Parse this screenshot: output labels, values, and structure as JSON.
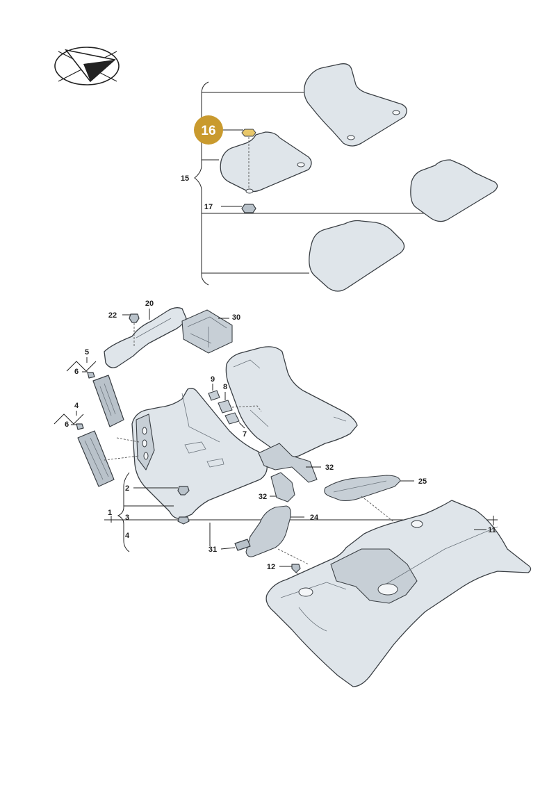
{
  "highlight": {
    "label": "16",
    "fill": "#c99a2e",
    "text_color": "#ffffff"
  },
  "logo": {
    "icon": "paper-plane-logo-icon"
  },
  "callouts": [
    {
      "id": "c1",
      "text": "1"
    },
    {
      "id": "c2",
      "text": "2"
    },
    {
      "id": "c3",
      "text": "3"
    },
    {
      "id": "c4a",
      "text": "4"
    },
    {
      "id": "c4b",
      "text": "4"
    },
    {
      "id": "c5",
      "text": "5"
    },
    {
      "id": "c6a",
      "text": "6"
    },
    {
      "id": "c6b",
      "text": "6"
    },
    {
      "id": "c7",
      "text": "7"
    },
    {
      "id": "c8",
      "text": "8"
    },
    {
      "id": "c9",
      "text": "9"
    },
    {
      "id": "c11",
      "text": "11"
    },
    {
      "id": "c12",
      "text": "12"
    },
    {
      "id": "c15",
      "text": "15"
    },
    {
      "id": "c17",
      "text": "17"
    },
    {
      "id": "c20",
      "text": "20"
    },
    {
      "id": "c22",
      "text": "22"
    },
    {
      "id": "c24",
      "text": "24"
    },
    {
      "id": "c25",
      "text": "25"
    },
    {
      "id": "c30",
      "text": "30"
    },
    {
      "id": "c31",
      "text": "31"
    },
    {
      "id": "c32a",
      "text": "32"
    },
    {
      "id": "c32b",
      "text": "32"
    }
  ]
}
